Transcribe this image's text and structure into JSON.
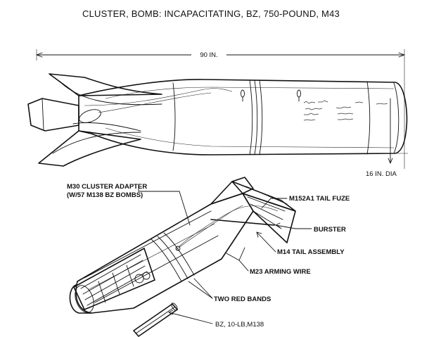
{
  "title": "CLUSTER, BOMB: INCAPACITATING, BZ, 750-POUND, M43",
  "dimensions": {
    "length": "90 IN.",
    "diameter": "16 IN. DIA"
  },
  "callouts": {
    "adapter_line1": "M30 CLUSTER ADAPTER",
    "adapter_line2": "(W/57 M138 BZ BOMBS)",
    "tail_fuze": "M152A1 TAIL FUZE",
    "burster": "BURSTER",
    "tail_assembly": "M14 TAIL ASSEMBLY",
    "arming_wire": "M23 ARMING WIRE",
    "red_bands": "TWO RED BANDS",
    "bomblet": "BZ,  10-LB,M138"
  },
  "colors": {
    "ink": "#111111",
    "background": "#ffffff"
  }
}
